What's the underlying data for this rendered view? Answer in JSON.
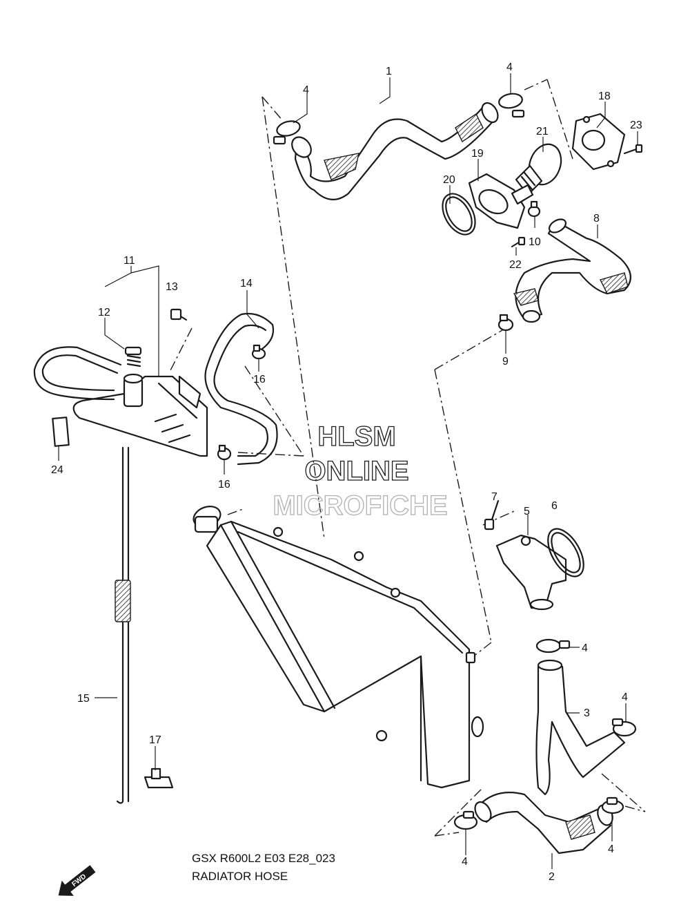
{
  "callouts": [
    {
      "id": "c1",
      "label": "1"
    },
    {
      "id": "c2",
      "label": "2"
    },
    {
      "id": "c3",
      "label": "3"
    },
    {
      "id": "c4a",
      "label": "4"
    },
    {
      "id": "c4b",
      "label": "4"
    },
    {
      "id": "c4c",
      "label": "4"
    },
    {
      "id": "c4d",
      "label": "4"
    },
    {
      "id": "c4e",
      "label": "4"
    },
    {
      "id": "c4f",
      "label": "4"
    },
    {
      "id": "c5",
      "label": "5"
    },
    {
      "id": "c6",
      "label": "6"
    },
    {
      "id": "c7",
      "label": "7"
    },
    {
      "id": "c8",
      "label": "8"
    },
    {
      "id": "c9",
      "label": "9"
    },
    {
      "id": "c10",
      "label": "10"
    },
    {
      "id": "c11",
      "label": "11"
    },
    {
      "id": "c12",
      "label": "12"
    },
    {
      "id": "c13",
      "label": "13"
    },
    {
      "id": "c14",
      "label": "14"
    },
    {
      "id": "c15",
      "label": "15"
    },
    {
      "id": "c16a",
      "label": "16"
    },
    {
      "id": "c16b",
      "label": "16"
    },
    {
      "id": "c17",
      "label": "17"
    },
    {
      "id": "c18",
      "label": "18"
    },
    {
      "id": "c19",
      "label": "19"
    },
    {
      "id": "c20",
      "label": "20"
    },
    {
      "id": "c21",
      "label": "21"
    },
    {
      "id": "c22",
      "label": "22"
    },
    {
      "id": "c23",
      "label": "23"
    },
    {
      "id": "c24",
      "label": "24"
    }
  ],
  "caption": {
    "code": "GSX R600L2 E03 E28_023",
    "title": "RADIATOR HOSE"
  },
  "watermark": {
    "line1": "HLSM",
    "line2": "ONLINE",
    "line3": "MICROFICHE"
  },
  "fwd_label": "FWD"
}
